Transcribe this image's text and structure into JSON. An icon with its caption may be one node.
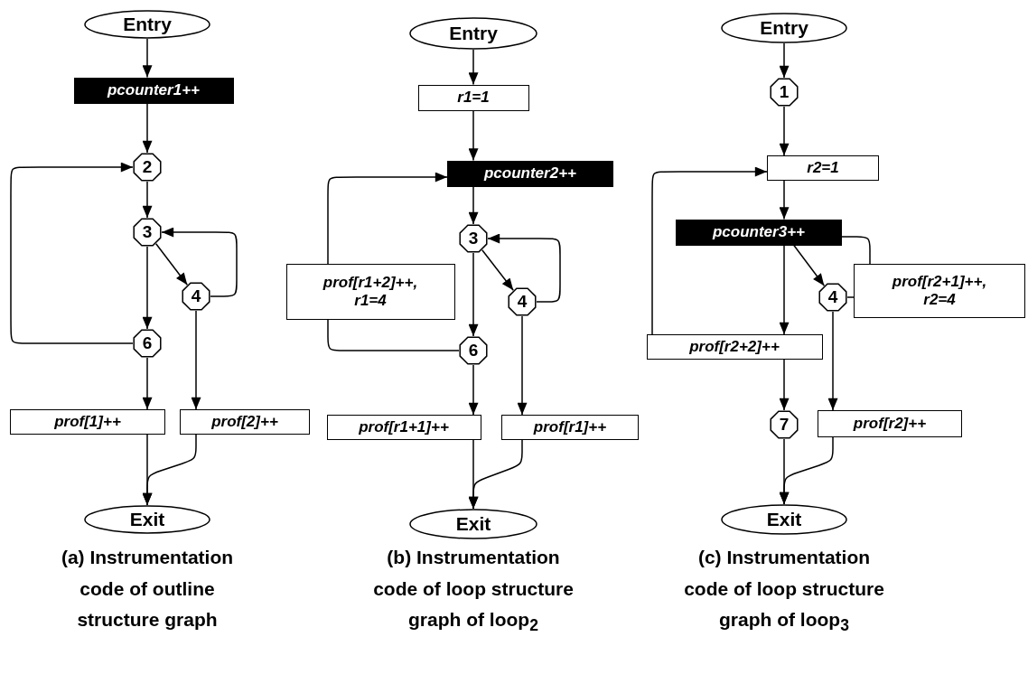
{
  "diagram": {
    "nodes": [
      {
        "text": [
          "Entry"
        ]
      },
      {
        "text": [
          "pcounter1++"
        ]
      },
      {
        "text": [
          "2"
        ]
      },
      {
        "text": [
          "3"
        ]
      },
      {
        "text": [
          "4"
        ]
      },
      {
        "text": [
          "6"
        ]
      },
      {
        "text": [
          "prof[1]++"
        ]
      },
      {
        "text": [
          "prof[2]++"
        ]
      },
      {
        "text": [
          "Exit"
        ]
      },
      {
        "text": [
          "Entry"
        ]
      },
      {
        "text": [
          "r1=1"
        ]
      },
      {
        "text": [
          "pcounter2++"
        ]
      },
      {
        "text": [
          "3"
        ]
      },
      {
        "text": [
          "4"
        ]
      },
      {
        "text": [
          "prof[r1+2]++, r1=4"
        ]
      },
      {
        "text": [
          "6"
        ]
      },
      {
        "text": [
          "prof[r1+1]++"
        ]
      },
      {
        "text": [
          "prof[r1]++"
        ]
      },
      {
        "text": [
          "Exit"
        ]
      },
      {
        "text": [
          "Entry"
        ]
      },
      {
        "text": [
          "1"
        ]
      },
      {
        "text": [
          "r2=1"
        ]
      },
      {
        "text": [
          "pcounter3++"
        ]
      },
      {
        "text": [
          "4"
        ]
      },
      {
        "text": [
          "prof[r2+1]++, r2=4"
        ]
      },
      {
        "text": [
          "prof[r2+2]++"
        ]
      },
      {
        "text": [
          "7"
        ]
      },
      {
        "text": [
          "prof[r2]++"
        ]
      },
      {
        "text": [
          "Exit"
        ]
      }
    ],
    "edges": [
      {
        "from": 0,
        "to": 1,
        "arrow": "to"
      },
      {
        "from": 1,
        "to": 2,
        "arrow": "to"
      },
      {
        "from": 2,
        "to": 3,
        "arrow": "to"
      },
      {
        "from": 3,
        "to": 4,
        "arrow": "to"
      },
      {
        "from": 3,
        "to": 5,
        "arrow": "to"
      },
      {
        "from": 4,
        "to": 3,
        "arrow": "to"
      },
      {
        "from": 5,
        "to": 2,
        "arrow": "to"
      },
      {
        "from": 5,
        "to": 6,
        "arrow": "to"
      },
      {
        "from": 4,
        "to": 7,
        "arrow": "to"
      },
      {
        "from": 6,
        "to": 8,
        "arrow": "to"
      },
      {
        "from": 7,
        "to": 8,
        "arrow": "to"
      },
      {
        "from": 9,
        "to": 10,
        "arrow": "to"
      },
      {
        "from": 10,
        "to": 11,
        "arrow": "to"
      },
      {
        "from": 11,
        "to": 12,
        "arrow": "to"
      },
      {
        "from": 12,
        "to": 13,
        "arrow": "to"
      },
      {
        "from": 12,
        "to": 15,
        "arrow": "to"
      },
      {
        "from": 13,
        "to": 12,
        "arrow": "to"
      },
      {
        "from": 15,
        "to": 14,
        "arrow": "none"
      },
      {
        "from": 14,
        "to": 11,
        "arrow": "to"
      },
      {
        "from": 15,
        "to": 16,
        "arrow": "to"
      },
      {
        "from": 13,
        "to": 17,
        "arrow": "to"
      },
      {
        "from": 16,
        "to": 18,
        "arrow": "to"
      },
      {
        "from": 17,
        "to": 18,
        "arrow": "to"
      },
      {
        "from": 19,
        "to": 20,
        "arrow": "to"
      },
      {
        "from": 20,
        "to": 21,
        "arrow": "to"
      },
      {
        "from": 21,
        "to": 22,
        "arrow": "to"
      },
      {
        "from": 22,
        "to": 23,
        "arrow": "to"
      },
      {
        "from": 22,
        "to": 25,
        "arrow": "to"
      },
      {
        "from": 23,
        "to": 24,
        "arrow": "none"
      },
      {
        "from": 24,
        "to": 22,
        "arrow": "none"
      },
      {
        "from": 25,
        "to": 21,
        "arrow": "to"
      },
      {
        "from": 25,
        "to": 26,
        "arrow": "to"
      },
      {
        "from": 23,
        "to": 27,
        "arrow": "to"
      },
      {
        "from": 26,
        "to": 28,
        "arrow": "to"
      },
      {
        "from": 27,
        "to": 28,
        "arrow": "to"
      }
    ],
    "labels": [
      "(a) Instrumentation code of outline structure graph",
      "(b) Instrumentation code of loop structure graph of loop$_{2}$",
      "(c) Instrumentation code of loop structure graph of loop$_{3}$"
    ]
  }
}
